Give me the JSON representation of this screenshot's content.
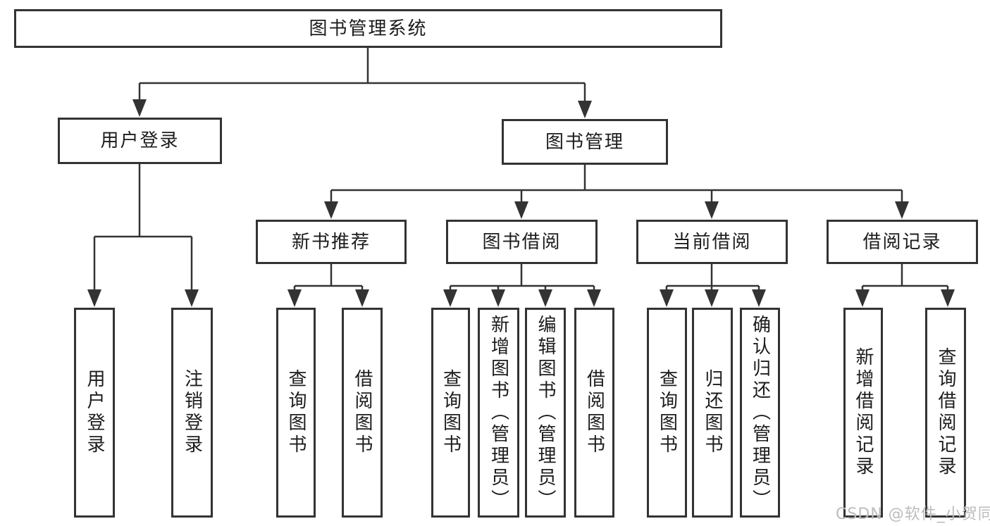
{
  "colors": {
    "line": "#333333",
    "box_border": "#333333",
    "text": "#1c1c1c",
    "watermark": "#bcbcbc",
    "background": "#ffffff"
  },
  "watermark": {
    "text": "CSDN @软件_小贺同学"
  },
  "tree": {
    "label": "图书管理系统",
    "children": [
      {
        "label": "用户登录",
        "children": [
          {
            "label": "用户登录"
          },
          {
            "label": "注销登录"
          }
        ]
      },
      {
        "label": "图书管理",
        "children": [
          {
            "label": "新书推荐",
            "children": [
              {
                "label": "查询图书"
              },
              {
                "label": "借阅图书"
              }
            ]
          },
          {
            "label": "图书借阅",
            "children": [
              {
                "label": "查询图书"
              },
              {
                "label": "新增图书（管理员）"
              },
              {
                "label": "编辑图书（管理员）"
              },
              {
                "label": "借阅图书"
              }
            ]
          },
          {
            "label": "当前借阅",
            "children": [
              {
                "label": "查询图书"
              },
              {
                "label": "归还图书"
              },
              {
                "label": "确认归还（管理员）"
              }
            ]
          },
          {
            "label": "借阅记录",
            "children": [
              {
                "label": "新增借阅记录"
              },
              {
                "label": "查询借阅记录"
              }
            ]
          }
        ]
      }
    ]
  }
}
